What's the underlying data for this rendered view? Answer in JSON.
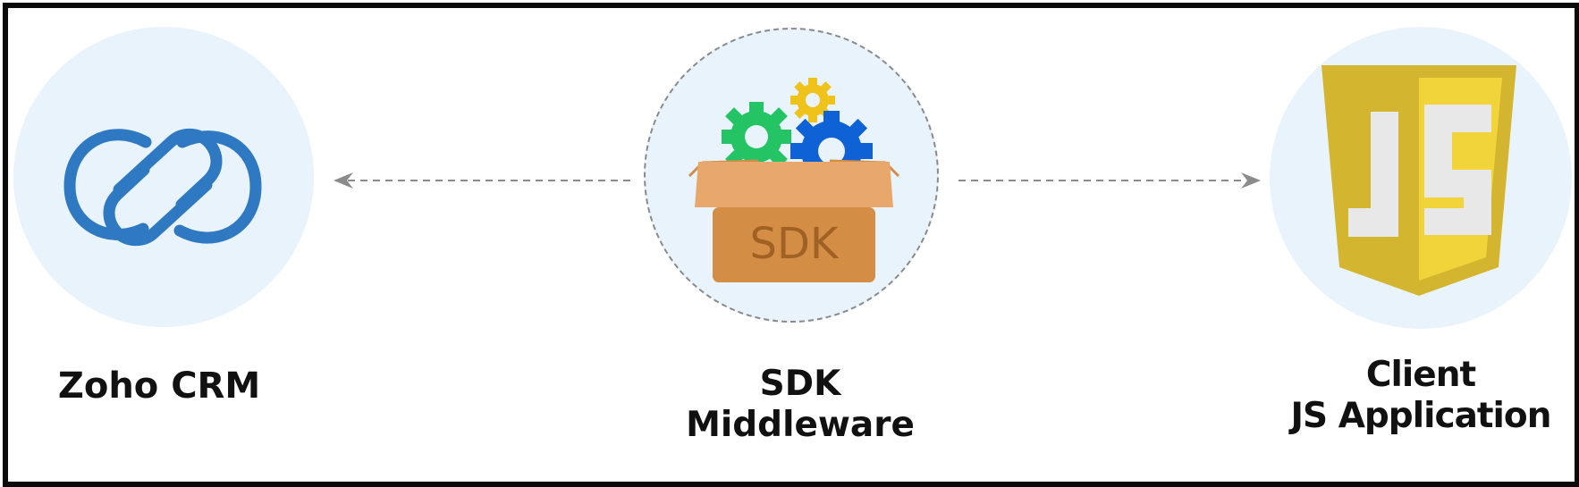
{
  "diagram": {
    "nodes": [
      {
        "id": "zoho-crm",
        "label_lines": [
          "Zoho CRM"
        ],
        "icon": "zoho-logo-icon",
        "icon_color": "#2f79c3"
      },
      {
        "id": "sdk-middleware",
        "label_lines": [
          "SDK",
          "Middleware"
        ],
        "icon": "sdk-box-icon",
        "box_text": "SDK",
        "box_colors": {
          "lid": "#e8a76b",
          "body": "#d48d45",
          "text": "#a06125"
        },
        "gear_colors": [
          "#24c465",
          "#0f61d6",
          "#f0c31c"
        ]
      },
      {
        "id": "client-js-application",
        "label_lines": [
          "Client",
          "JS Application"
        ],
        "icon": "javascript-logo-icon",
        "shield_colors": {
          "outer": "#d4b52f",
          "inner": "#f0d43a",
          "letters": "#e8e8e8"
        }
      }
    ],
    "connectors": [
      {
        "from": "sdk-middleware",
        "to": "zoho-crm",
        "style": "dashed",
        "arrowhead": "left",
        "color": "#8b8b8b"
      },
      {
        "from": "sdk-middleware",
        "to": "client-js-application",
        "style": "dashed",
        "arrowhead": "right",
        "color": "#8b8b8b"
      }
    ],
    "colors": {
      "frame": "#0a0a0a",
      "circle_fill": "#e9f3fc",
      "label": "#111111"
    }
  }
}
